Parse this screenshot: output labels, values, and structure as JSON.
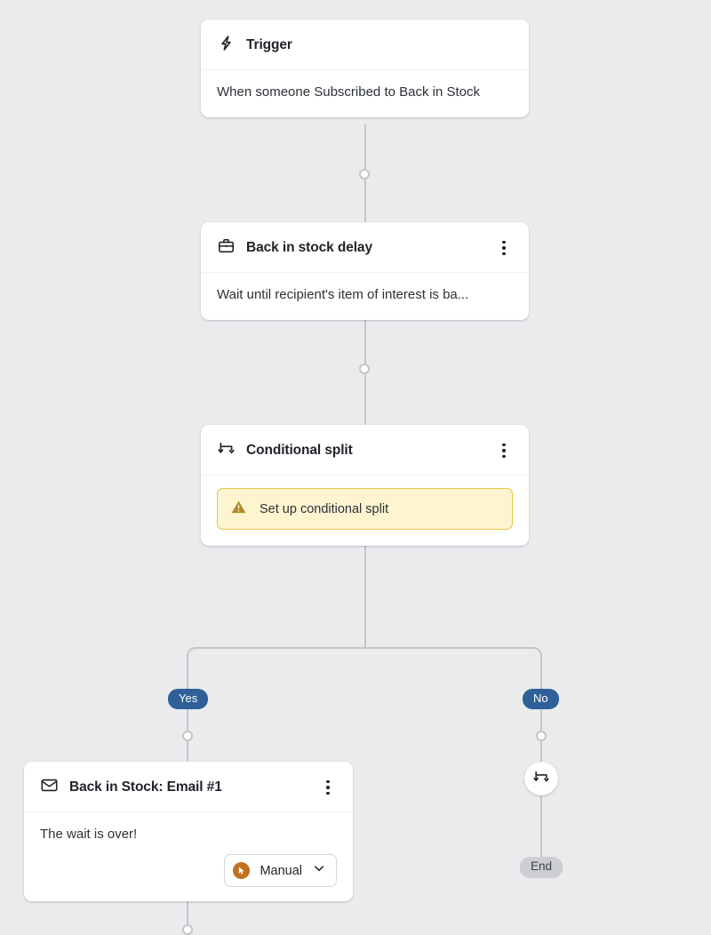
{
  "canvas": {
    "background_color": "#eaebed",
    "connector_color": "#c3c5c9"
  },
  "nodes": {
    "trigger": {
      "icon": "lightning-bolt-icon",
      "title": "Trigger",
      "description": "When someone Subscribed to Back in Stock"
    },
    "delay": {
      "icon": "briefcase-icon",
      "title": "Back in stock delay",
      "description": "Wait until recipient's item of interest is ba...",
      "menu_icon": "kebab-menu-icon"
    },
    "conditional_split": {
      "icon": "split-icon",
      "title": "Conditional split",
      "menu_icon": "kebab-menu-icon",
      "warning": {
        "icon": "warning-triangle-icon",
        "text": "Set up conditional split",
        "background_color": "#fdf5d0",
        "border_color": "#e4c63f"
      }
    },
    "email": {
      "icon": "envelope-icon",
      "title": "Back in Stock: Email #1",
      "description": "The wait is over!",
      "menu_icon": "kebab-menu-icon",
      "send_mode": {
        "badge_icon": "cursor-click-icon",
        "value": "Manual",
        "chevron": "chevron-down-icon",
        "badge_color": "#c2711f"
      }
    },
    "split_node": {
      "icon": "split-icon"
    },
    "end": {
      "label": "End",
      "background_color": "#cdced2"
    }
  },
  "branches": {
    "yes": {
      "label": "Yes",
      "color": "#2f6099"
    },
    "no": {
      "label": "No",
      "color": "#2f6099"
    }
  }
}
